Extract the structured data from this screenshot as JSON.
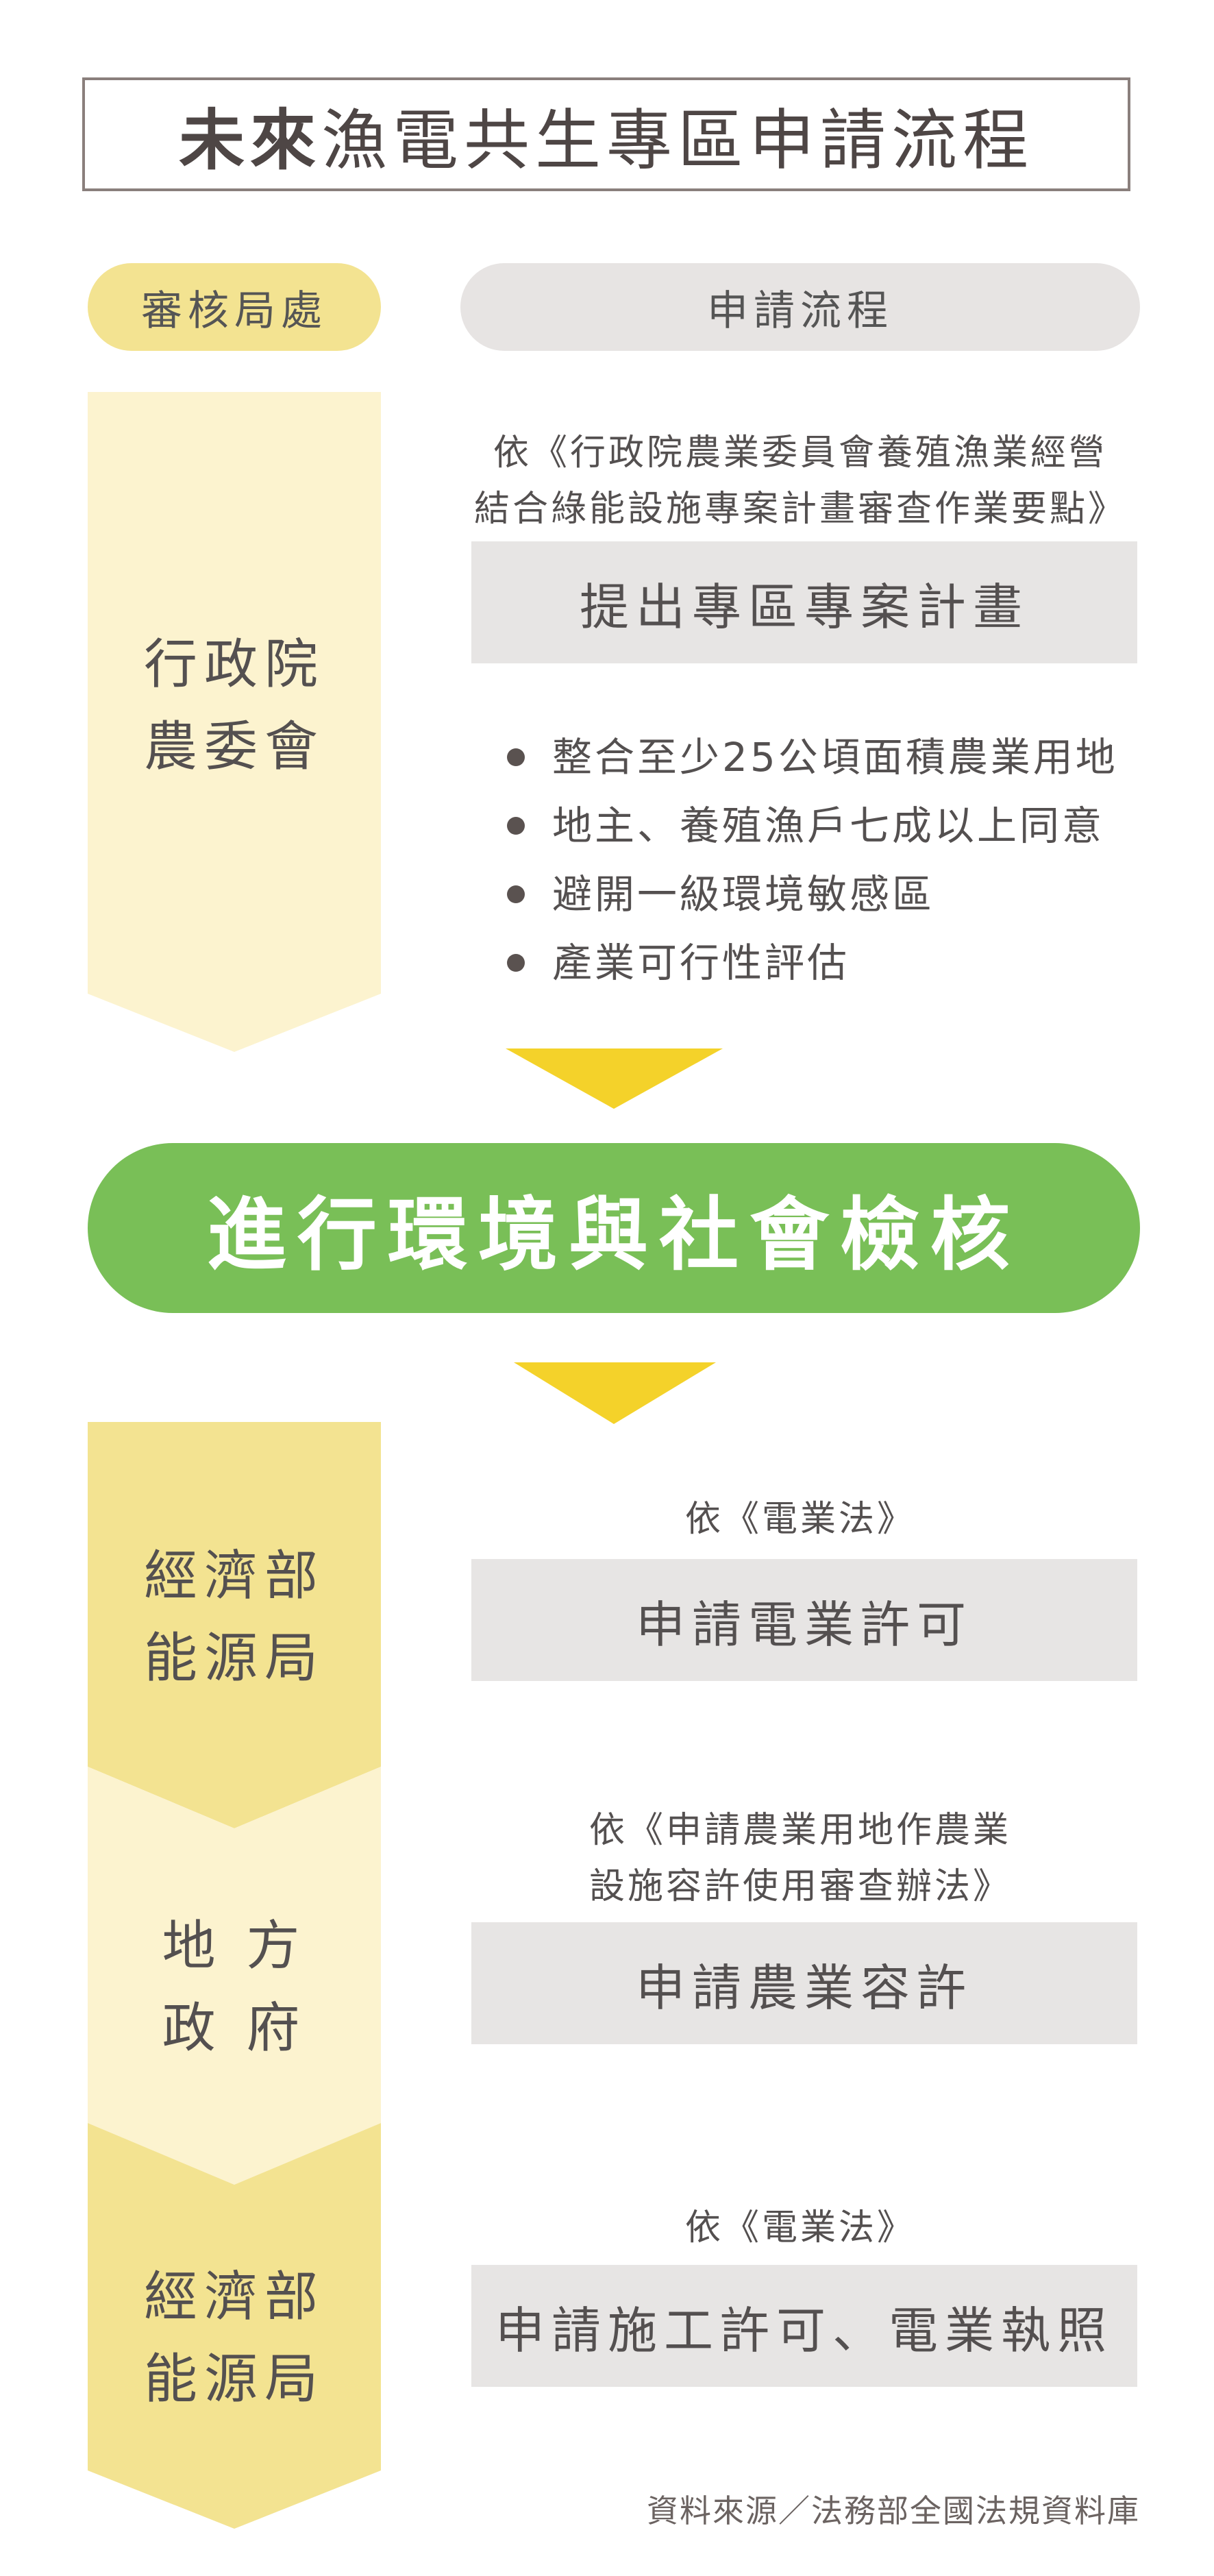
{
  "title": {
    "bold_part": "未來",
    "rest": "漁電共生專區申請流程"
  },
  "headers": {
    "department": "審核局處",
    "process": "申請流程"
  },
  "steps": [
    {
      "department_lines": [
        "行政院",
        "農委會"
      ],
      "basis_lines": [
        "依《行政院農業委員會養殖漁業經營",
        "結合綠能設施專案計畫審查作業要點》"
      ],
      "action": "提出專區專案計畫",
      "requirements": [
        "整合至少25公頃面積農業用地",
        "地主、養殖漁戶七成以上同意",
        "避開一級環境敏感區",
        "產業可行性評估"
      ]
    },
    {
      "center_step": "進行環境與社會檢核"
    },
    {
      "department_lines": [
        "經濟部",
        "能源局"
      ],
      "basis_lines": [
        "依《電業法》"
      ],
      "action": "申請電業許可"
    },
    {
      "department_lines": [
        "地 方",
        "政 府"
      ],
      "basis_lines": [
        "依《申請農業用地作農業",
        "設施容許使用審查辦法》"
      ],
      "action": "申請農業容許"
    },
    {
      "department_lines": [
        "經濟部",
        "能源局"
      ],
      "basis_lines": [
        "依《電業法》"
      ],
      "action": "申請施工許可、電業執照"
    }
  ],
  "source": "資料來源／法務部全國法規資料庫",
  "colors": {
    "yellow_light": "#fcf3cf",
    "yellow_mid": "#f3e391",
    "yellow_arrow": "#f4d22a",
    "green": "#79bf57",
    "grey_box": "#e7e5e4",
    "text": "#545050"
  }
}
